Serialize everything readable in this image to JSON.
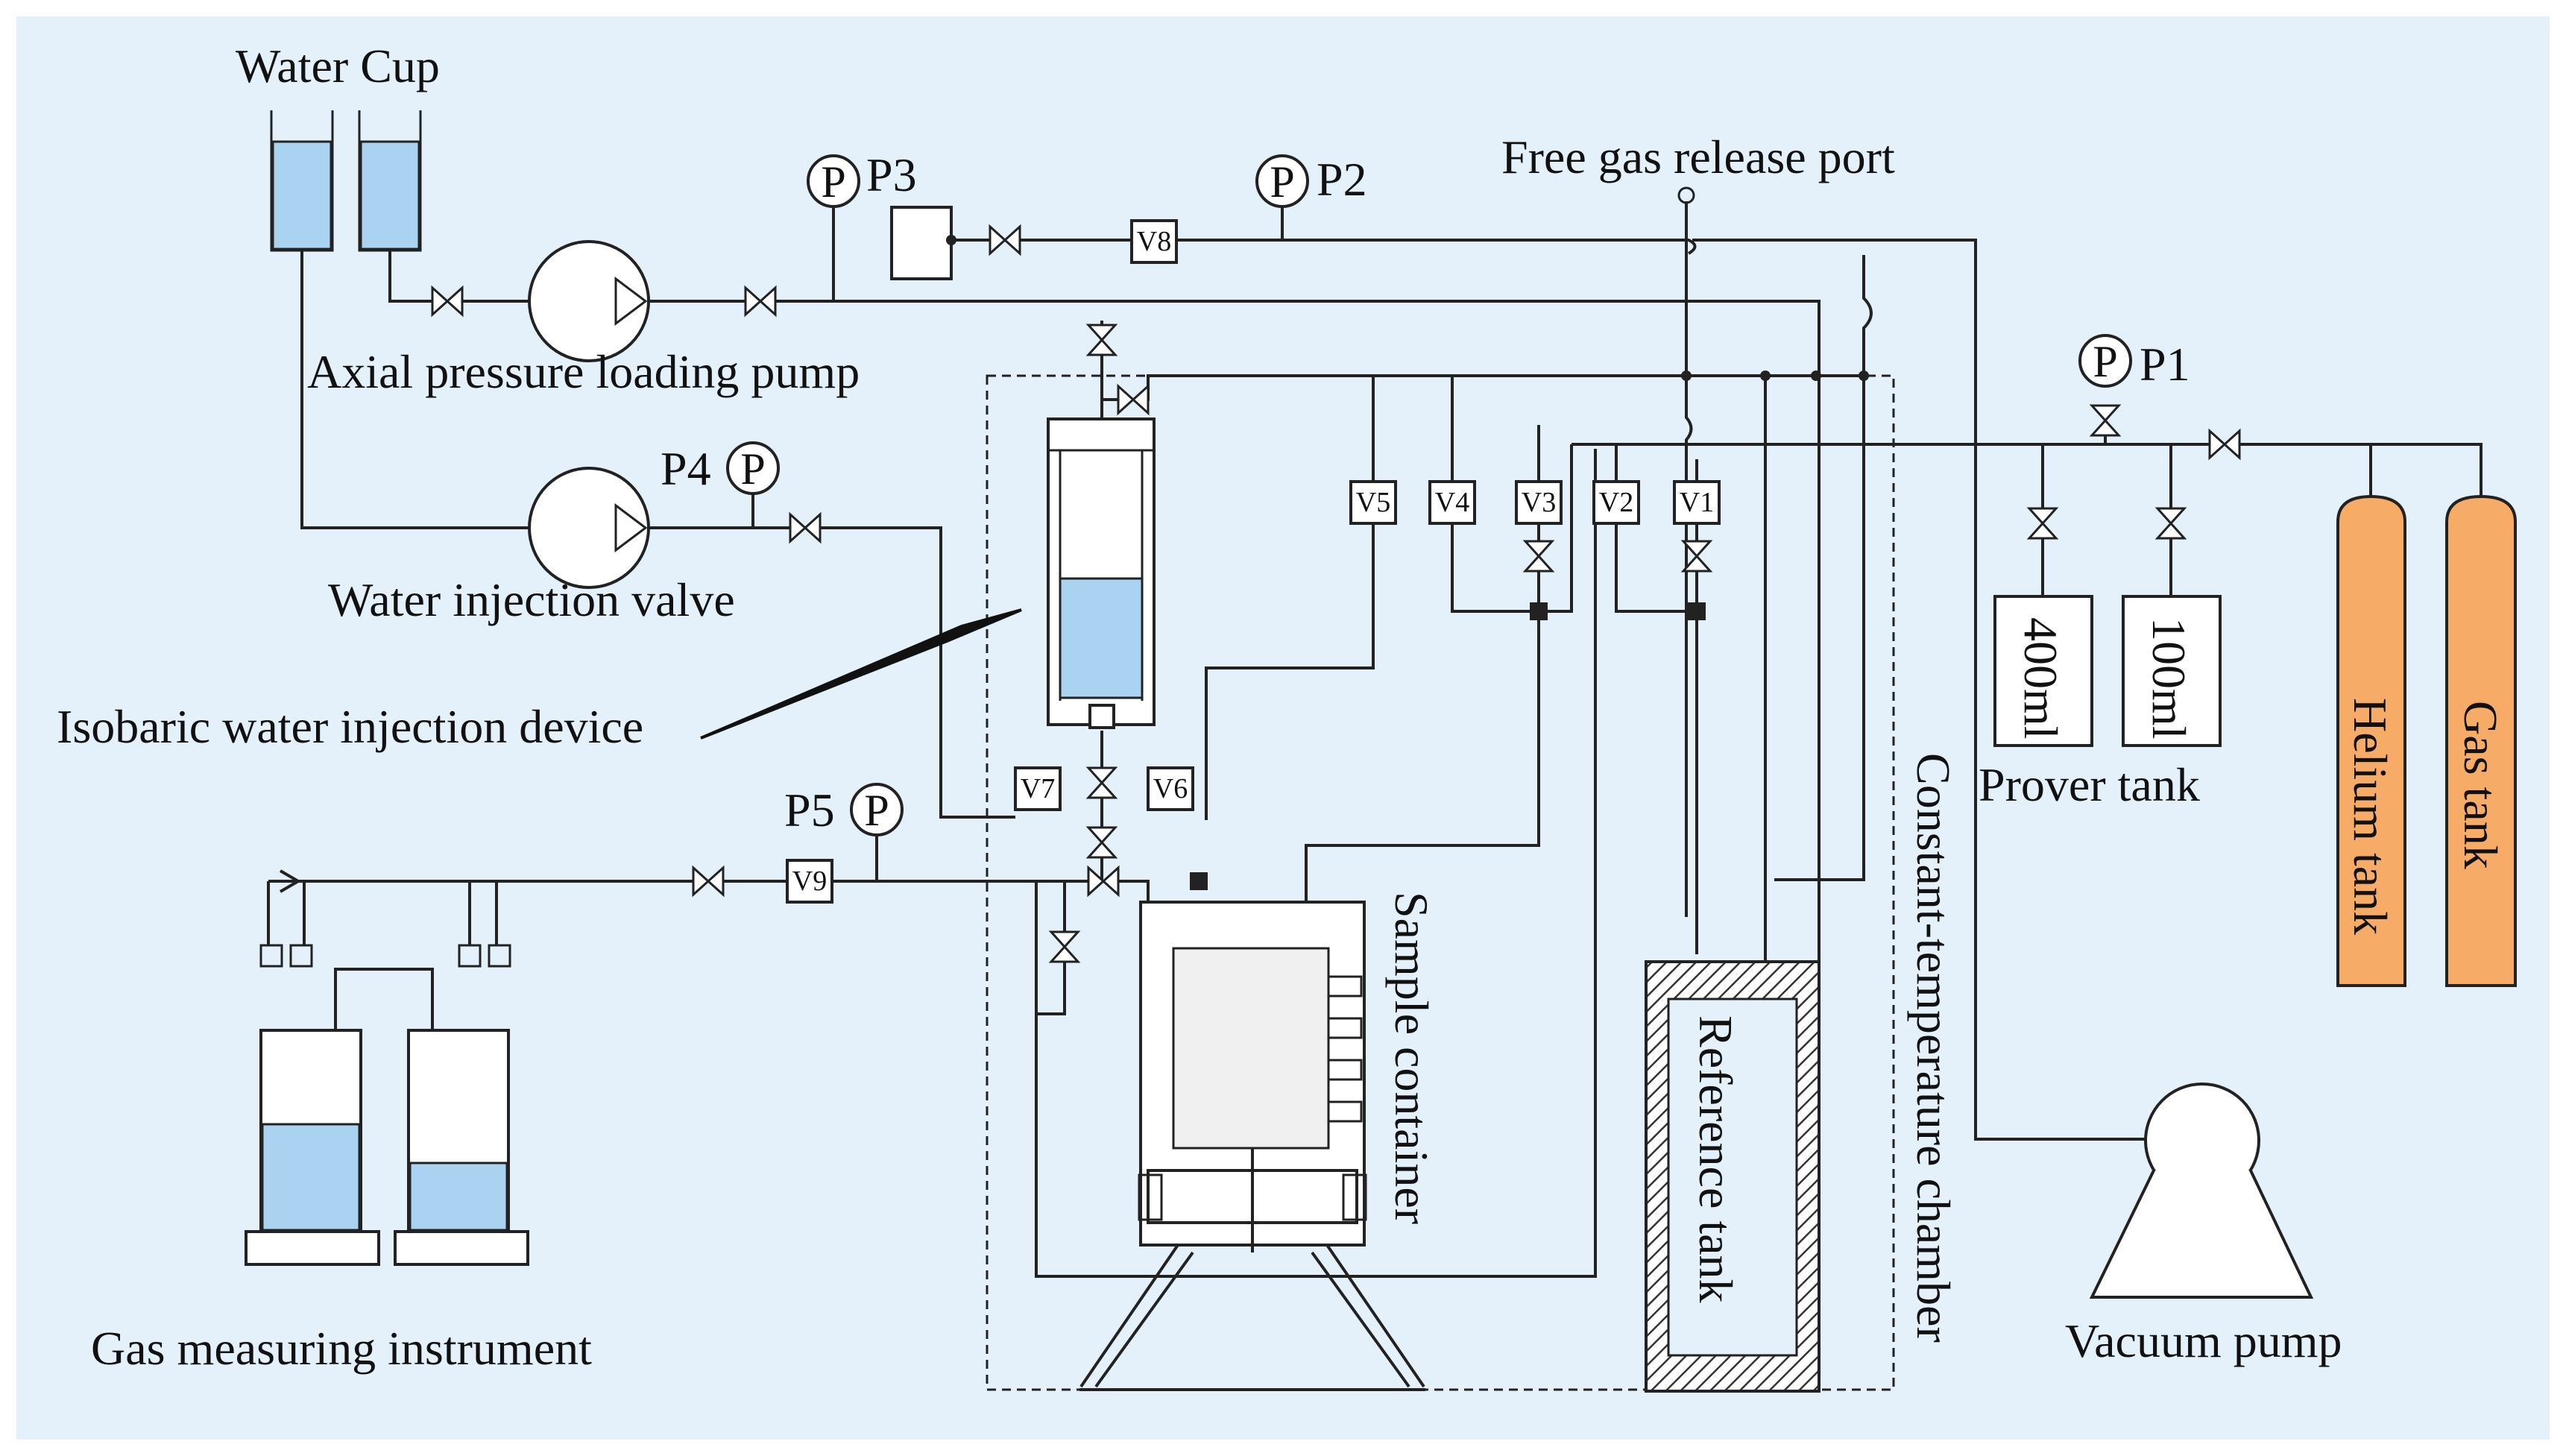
{
  "labels": {
    "water_cup": "Water Cup",
    "axial_pump": "Axial pressure loading pump",
    "water_injection_valve": "Water injection valve",
    "isobaric_device": "Isobaric water injection device",
    "gas_measuring": "Gas measuring instrument",
    "free_gas_port": "Free gas release port",
    "prover_tank": "Prover tank",
    "vacuum_pump": "Vacuum pump",
    "sample_container": "Sample container",
    "reference_tank": "Reference tank",
    "constant_temp_chamber": "Constant-temperature chamber",
    "helium_tank": "Helium tank",
    "gas_tank": "Gas tank",
    "prover_400": "400ml",
    "prover_100": "100ml"
  },
  "gauges": {
    "symbol": "P",
    "p1": "P1",
    "p2": "P2",
    "p3": "P3",
    "p4": "P4",
    "p5": "P5"
  },
  "valves": {
    "v1": "V1",
    "v2": "V2",
    "v3": "V3",
    "v4": "V4",
    "v5": "V5",
    "v6": "V6",
    "v7": "V7",
    "v8": "V8",
    "v9": "V9"
  },
  "colors": {
    "background": "#e4f1fb",
    "water": "#a9d3f0",
    "gas_cylinder": "#f6ab67"
  }
}
